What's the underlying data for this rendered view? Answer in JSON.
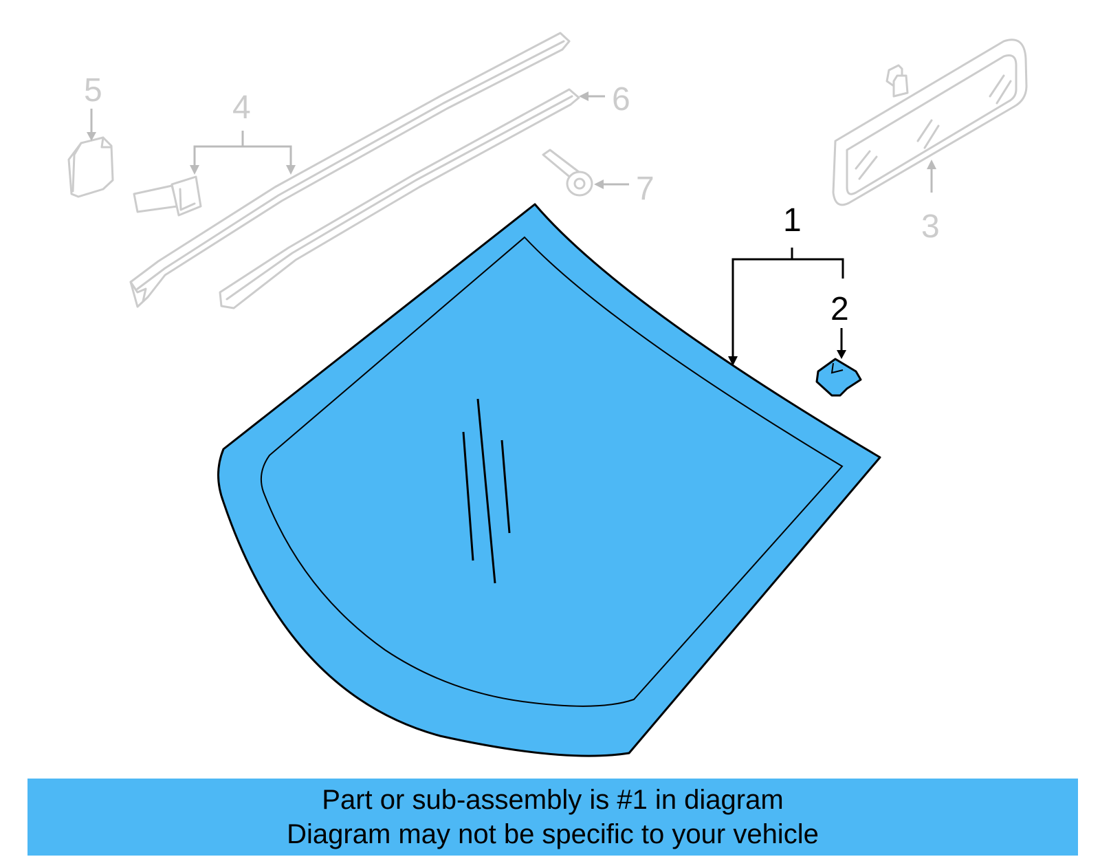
{
  "callouts": {
    "c1": "1",
    "c2": "2",
    "c3": "3",
    "c4": "4",
    "c5": "5",
    "c6": "6",
    "c7": "7"
  },
  "banner": {
    "line1": "Part or sub-assembly is #1 in diagram",
    "line2": "Diagram may not be specific to your vehicle"
  },
  "colors": {
    "highlight": "#4db8f5",
    "banner": "#4db8f5",
    "dimmed": "#cccccc",
    "outline": "#000000"
  }
}
